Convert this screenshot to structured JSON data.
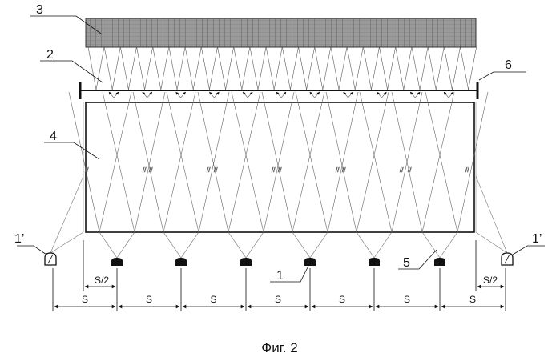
{
  "caption": "Фиг. 2",
  "labels": {
    "l1": "1",
    "l1p_left": "1’",
    "l1p_right": "1’",
    "l2": "2",
    "l3": "3",
    "l4": "4",
    "l5": "5",
    "l6": "6"
  },
  "dimensions": {
    "s": "S",
    "s_half": "S/2"
  },
  "colors": {
    "ink": "#111111",
    "grid_fill": "#8a8a8a"
  }
}
